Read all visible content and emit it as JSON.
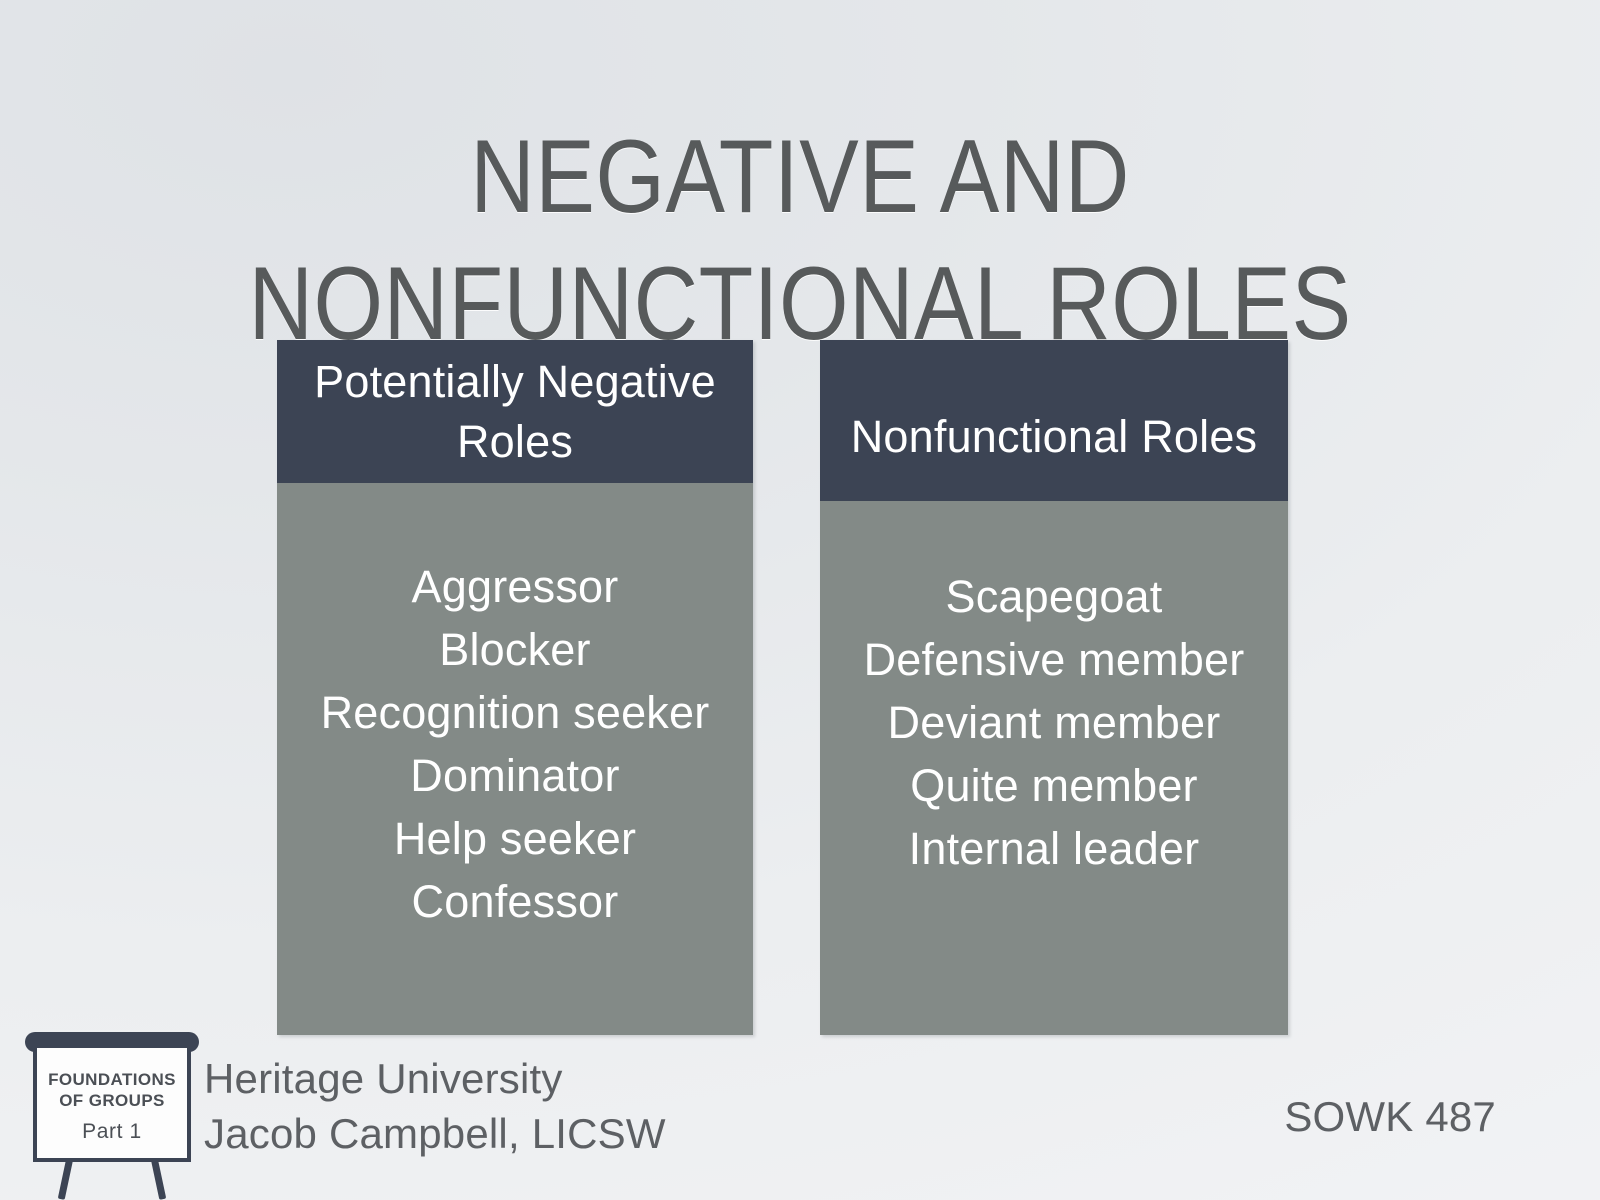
{
  "slide": {
    "title": "NEGATIVE AND\nNONFUNCTIONAL ROLES",
    "background_top_color": "#dfe2e6",
    "background_bottom_color": "#f2f3f5",
    "title_color": "#575a5b"
  },
  "tables": {
    "header_color": "#3c4454",
    "body_color": "#838a87",
    "text_color": "#ffffff",
    "left": {
      "header": "Potentially Negative Roles",
      "items": [
        "Aggressor",
        "Blocker",
        "Recognition seeker",
        "Dominator",
        "Help seeker",
        "Confessor"
      ]
    },
    "right": {
      "header": "Nonfunctional Roles",
      "items": [
        "Scapegoat",
        "Defensive member",
        "Deviant member",
        "Quite member",
        "Internal leader"
      ]
    }
  },
  "footer": {
    "institution": "Heritage University",
    "presenter": "Jacob Campbell, LICSW",
    "course": "SOWK 487"
  },
  "logo": {
    "icon": "easel-icon",
    "title_line1": "FOUNDATIONS",
    "title_line2": "OF GROUPS",
    "part": "Part 1"
  }
}
